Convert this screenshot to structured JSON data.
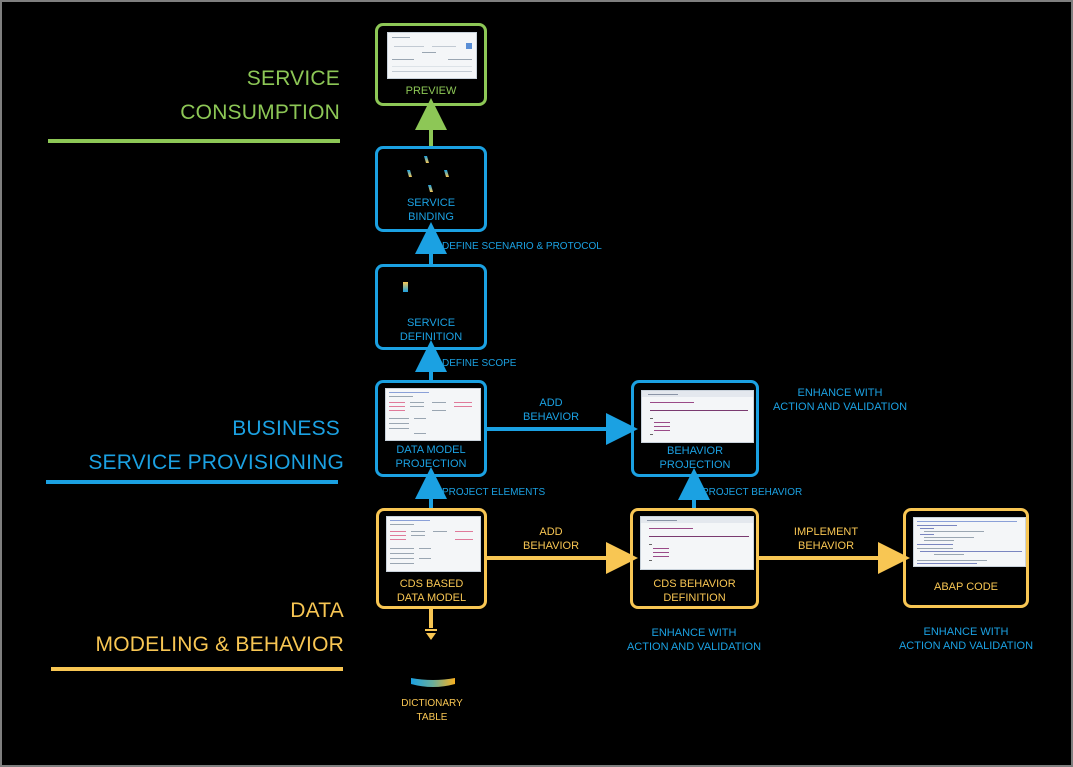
{
  "colors": {
    "consumption": "#8dc756",
    "provisioning": "#1ba1e2",
    "modeling": "#f8c653",
    "background": "#000000"
  },
  "layers": {
    "consumption": {
      "line1": "SERVICE",
      "line2": "CONSUMPTION"
    },
    "provisioning": {
      "line1": "BUSINESS",
      "line2": "SERVICE PROVISIONING"
    },
    "modeling": {
      "line1": "DATA",
      "line2": "MODELING &  BEHAVIOR"
    }
  },
  "nodes": {
    "preview": {
      "label": "PREVIEW",
      "icon": "app-preview-screenshot"
    },
    "service_binding": {
      "line1": "SERVICE",
      "line2": "BINDING",
      "icon": "service-binding-icon"
    },
    "service_definition": {
      "line1": "SERVICE",
      "line2": "DEFINITION",
      "icon": "service-definition-icon"
    },
    "data_model_projection": {
      "line1": "DATA MODEL",
      "line2": "PROJECTION",
      "icon": "cds-code-screenshot"
    },
    "behavior_projection": {
      "line1": "BEHAVIOR",
      "line2": "PROJECTION",
      "icon": "behavior-code-screenshot"
    },
    "cds_data_model": {
      "line1": "CDS BASED",
      "line2": "DATA MODEL",
      "icon": "cds-code-screenshot"
    },
    "cds_behavior_definition": {
      "line1": "CDS BEHAVIOR",
      "line2": "DEFINITION",
      "icon": "behavior-code-screenshot"
    },
    "abap_code": {
      "label": "ABAP CODE",
      "icon": "abap-code-screenshot"
    },
    "dictionary_table": {
      "line1": "DICTIONARY",
      "line2": "TABLE",
      "icon": "database-table-icon"
    }
  },
  "edges": {
    "define_scenario": "DEFINE SCENARIO & PROTOCOL",
    "define_scope": "DEFINE SCOPE",
    "project_elements": "PROJECT ELEMENTS",
    "project_behavior": "PROJECT BEHAVIOR",
    "add_behavior_top": {
      "line1": "ADD",
      "line2": "BEHAVIOR"
    },
    "add_behavior_bottom": {
      "line1": "ADD",
      "line2": "BEHAVIOR"
    },
    "implement_behavior": {
      "line1": "IMPLEMENT",
      "line2": "BEHAVIOR"
    }
  },
  "notes": {
    "enhance_top": {
      "line1": "ENHANCE WITH",
      "line2": "ACTION AND VALIDATION"
    },
    "enhance_bdef": {
      "line1": "ENHANCE WITH",
      "line2": "ACTION AND VALIDATION"
    },
    "enhance_abap": {
      "line1": "ENHANCE WITH",
      "line2": "ACTION AND VALIDATION"
    }
  }
}
